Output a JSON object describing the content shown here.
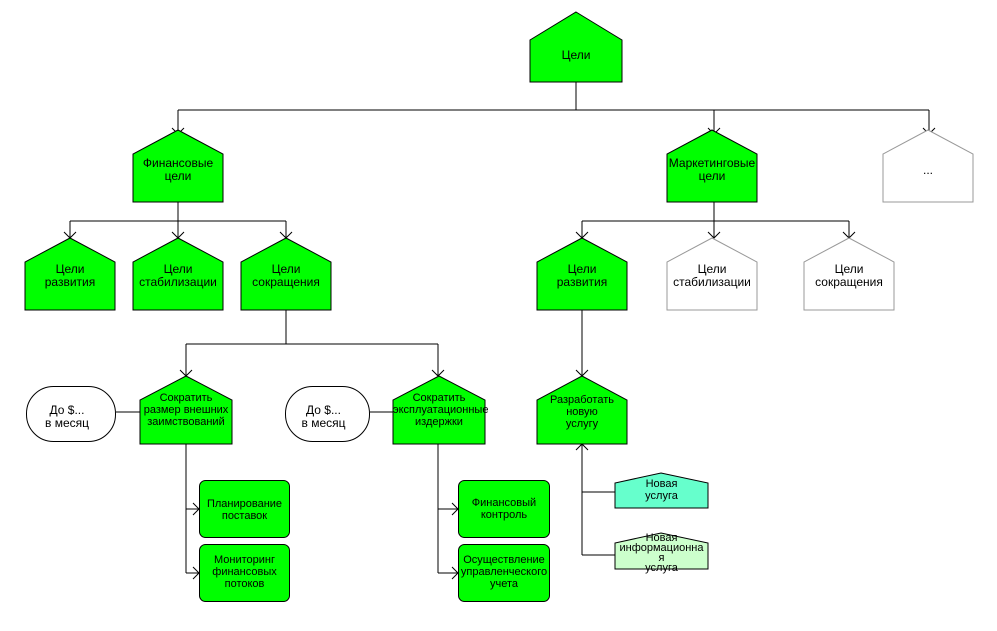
{
  "colors": {
    "green": "#00ff00",
    "white": "#ffffff",
    "teal": "#66ffcc",
    "light_green": "#ccffcc",
    "line": "#000000",
    "outline_gray": "#999999"
  },
  "root": {
    "label": "Цели"
  },
  "level1": {
    "financial": "Финансовые\nцели",
    "marketing": "Маркетинговые\nцели",
    "other": "..."
  },
  "financial_children": {
    "development": "Цели\nразвития",
    "stabilization": "Цели\nстабилизации",
    "reduction": "Цели\nсокращения"
  },
  "marketing_children": {
    "development": "Цели\nразвития",
    "stabilization": "Цели\nстабилизации",
    "reduction": "Цели\nсокращения"
  },
  "reduction_tasks": {
    "borrowings": "Сократить\nразмер внешних\nзаимствований",
    "operating_costs": "Сократить\nэксплуатационные\nиздержки"
  },
  "limits": {
    "borrowings_limit": "До $...\nв месяц",
    "costs_limit": "До $...\nв месяц"
  },
  "development_task": "Разработать\nновую\nуслугу",
  "borrowing_actions": {
    "planning": "Планирование\nпоставок",
    "monitoring": "Мониторинг\nфинансовых\nпотоков"
  },
  "cost_actions": {
    "control": "Финансовый\nконтроль",
    "management_accounting": "Осуществление\nуправленческого\nучета"
  },
  "new_services": {
    "service": "Новая\nуслуга",
    "info_service": "Новая\nинформационна\nя\nуслуга"
  }
}
